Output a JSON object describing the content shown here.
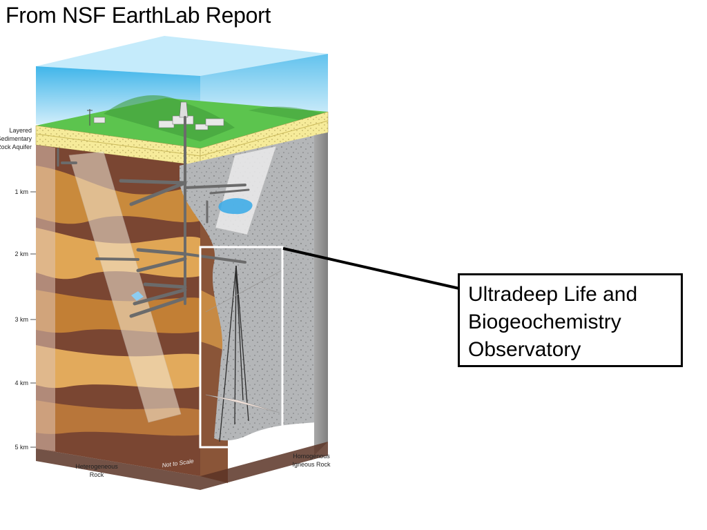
{
  "slide": {
    "title": "From NSF EarthLab Report"
  },
  "diagram": {
    "left_labels": {
      "layer": [
        "Layered",
        "Sedimentary",
        "Rock Aquifer"
      ],
      "depths": [
        "1 km",
        "2 km",
        "3 km",
        "4 km",
        "5 km"
      ]
    },
    "bottom_labels": {
      "heterogeneous": [
        "Heterogeneous",
        "Rock"
      ],
      "scale_note": "Not to Scale",
      "homogenous": [
        "Homogenous",
        "Igneous Rock"
      ]
    }
  },
  "callout": {
    "lines": [
      "Ultradeep Life and",
      "Biogeochemistry",
      "Observatory"
    ]
  }
}
